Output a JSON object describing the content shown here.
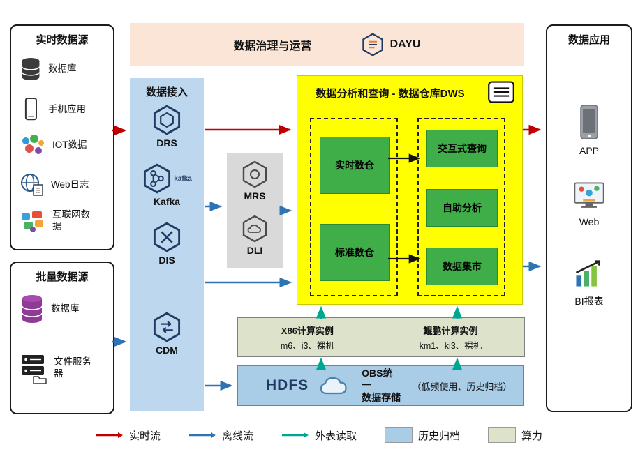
{
  "governance": {
    "title": "数据治理与运营",
    "product": "DAYU",
    "icon": "dayu-hexagon-icon"
  },
  "realtime_sources": {
    "title": "实时数据源",
    "items": [
      {
        "label": "数据库",
        "icon": "database-icon"
      },
      {
        "label": "手机应用",
        "icon": "mobile-phone-icon"
      },
      {
        "label": "IOT数据",
        "icon": "iot-logo-icon"
      },
      {
        "label": "Web日志",
        "icon": "globe-log-icon"
      },
      {
        "label": "互联网数据",
        "icon": "internet-data-icon"
      }
    ]
  },
  "batch_sources": {
    "title": "批量数据源",
    "items": [
      {
        "label": "数据库",
        "icon": "purple-database-icon"
      },
      {
        "label": "文件服务器",
        "icon": "file-server-icon"
      }
    ]
  },
  "ingestion": {
    "title": "数据接入",
    "services": [
      {
        "label": "DRS",
        "icon": "drs-hexagon-icon"
      },
      {
        "label": "Kafka",
        "icon": "kafka-hexagon-icon",
        "badge": "kafka"
      },
      {
        "label": "DIS",
        "icon": "dis-hexagon-icon"
      },
      {
        "label": "CDM",
        "icon": "cdm-hexagon-icon"
      }
    ]
  },
  "processing": {
    "services": [
      {
        "label": "MRS",
        "icon": "mrs-hexagon-icon"
      },
      {
        "label": "DLI",
        "icon": "dli-hexagon-icon"
      }
    ]
  },
  "dws": {
    "title": "数据分析和查询 - 数据仓库DWS",
    "icon": "document-icon",
    "warehouses": [
      {
        "label": "实时数仓"
      },
      {
        "label": "标准数仓"
      }
    ],
    "services": [
      {
        "label": "交互式查询"
      },
      {
        "label": "自助分析"
      },
      {
        "label": "数据集市"
      }
    ]
  },
  "compute": {
    "x86": {
      "title": "X86计算实例",
      "detail": "m6、i3、裸机"
    },
    "kunpeng": {
      "title": "鲲鹏计算实例",
      "detail": "km1、ki3、裸机"
    }
  },
  "storage": {
    "hdfs": "HDFS",
    "obs_line1": "OBS统一",
    "obs_line2": "数据存储",
    "obs_note": "（低频使用、历史归档）",
    "icon": "obs-cloud-icon"
  },
  "applications": {
    "title": "数据应用",
    "items": [
      {
        "label": "APP",
        "icon": "app-phone-icon"
      },
      {
        "label": "Web",
        "icon": "web-monitor-icon"
      },
      {
        "label": "BI报表",
        "icon": "bi-chart-icon"
      }
    ]
  },
  "legend": {
    "items": [
      {
        "label": "实时流",
        "type": "arrow",
        "color": "#c00000"
      },
      {
        "label": "离线流",
        "type": "arrow",
        "color": "#2e74b5"
      },
      {
        "label": "外表读取",
        "type": "arrow",
        "color": "#00a693"
      },
      {
        "label": "历史归档",
        "type": "swatch",
        "color": "#a9cde7"
      },
      {
        "label": "算力",
        "type": "swatch",
        "color": "#dde3cb"
      }
    ]
  }
}
